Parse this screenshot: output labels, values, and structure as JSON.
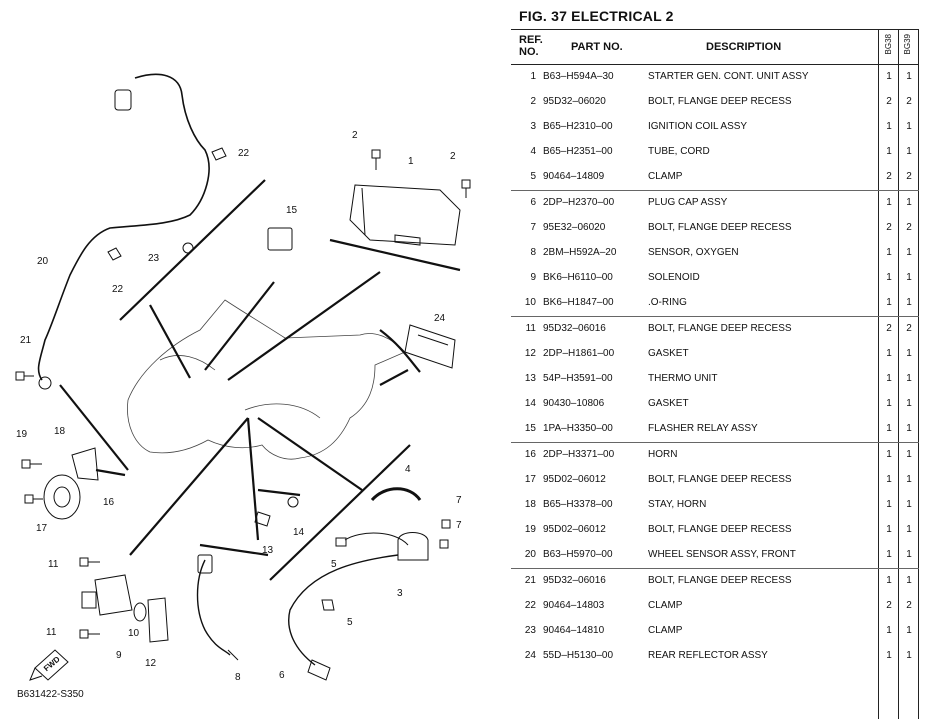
{
  "figure": {
    "title": "FIG.  37  ELECTRICAL 2",
    "code": "B631422-S350",
    "fwd": "FWD"
  },
  "table": {
    "headers": {
      "ref": "REF. NO.",
      "part_no": "PART NO.",
      "description": "DESCRIPTION",
      "model1": "BG38",
      "model2": "BG39"
    },
    "rows": [
      {
        "ref": "1",
        "part_no": "B63–H594A–30",
        "desc": "STARTER GEN. CONT. UNIT ASSY",
        "q1": "1",
        "q2": "1",
        "group_start": true
      },
      {
        "ref": "2",
        "part_no": "95D32–06020",
        "desc": "BOLT, FLANGE DEEP RECESS",
        "q1": "2",
        "q2": "2"
      },
      {
        "ref": "3",
        "part_no": "B65–H2310–00",
        "desc": "IGNITION COIL ASSY",
        "q1": "1",
        "q2": "1"
      },
      {
        "ref": "4",
        "part_no": "B65–H2351–00",
        "desc": "TUBE, CORD",
        "q1": "1",
        "q2": "1"
      },
      {
        "ref": "5",
        "part_no": "90464–14809",
        "desc": "CLAMP",
        "q1": "2",
        "q2": "2"
      },
      {
        "ref": "6",
        "part_no": "2DP–H2370–00",
        "desc": "PLUG CAP ASSY",
        "q1": "1",
        "q2": "1",
        "group_start": true
      },
      {
        "ref": "7",
        "part_no": "95E32–06020",
        "desc": "BOLT, FLANGE DEEP RECESS",
        "q1": "2",
        "q2": "2"
      },
      {
        "ref": "8",
        "part_no": "2BM–H592A–20",
        "desc": "SENSOR, OXYGEN",
        "q1": "1",
        "q2": "1"
      },
      {
        "ref": "9",
        "part_no": "BK6–H6110–00",
        "desc": "SOLENOID",
        "q1": "1",
        "q2": "1"
      },
      {
        "ref": "10",
        "part_no": "BK6–H1847–00",
        "desc": ".O-RING",
        "q1": "1",
        "q2": "1"
      },
      {
        "ref": "11",
        "part_no": "95D32–06016",
        "desc": "BOLT, FLANGE DEEP RECESS",
        "q1": "2",
        "q2": "2",
        "group_start": true
      },
      {
        "ref": "12",
        "part_no": "2DP–H1861–00",
        "desc": "GASKET",
        "q1": "1",
        "q2": "1"
      },
      {
        "ref": "13",
        "part_no": "54P–H3591–00",
        "desc": "THERMO UNIT",
        "q1": "1",
        "q2": "1"
      },
      {
        "ref": "14",
        "part_no": "90430–10806",
        "desc": "GASKET",
        "q1": "1",
        "q2": "1"
      },
      {
        "ref": "15",
        "part_no": "1PA–H3350–00",
        "desc": "FLASHER RELAY ASSY",
        "q1": "1",
        "q2": "1"
      },
      {
        "ref": "16",
        "part_no": "2DP–H3371–00",
        "desc": "HORN",
        "q1": "1",
        "q2": "1",
        "group_start": true
      },
      {
        "ref": "17",
        "part_no": "95D02–06012",
        "desc": "BOLT, FLANGE DEEP RECESS",
        "q1": "1",
        "q2": "1"
      },
      {
        "ref": "18",
        "part_no": "B65–H3378–00",
        "desc": "STAY, HORN",
        "q1": "1",
        "q2": "1"
      },
      {
        "ref": "19",
        "part_no": "95D02–06012",
        "desc": "BOLT, FLANGE DEEP RECESS",
        "q1": "1",
        "q2": "1"
      },
      {
        "ref": "20",
        "part_no": "B63–H5970–00",
        "desc": "WHEEL SENSOR ASSY, FRONT",
        "q1": "1",
        "q2": "1"
      },
      {
        "ref": "21",
        "part_no": "95D32–06016",
        "desc": "BOLT, FLANGE DEEP RECESS",
        "q1": "1",
        "q2": "1",
        "group_start": true
      },
      {
        "ref": "22",
        "part_no": "90464–14803",
        "desc": "CLAMP",
        "q1": "2",
        "q2": "2"
      },
      {
        "ref": "23",
        "part_no": "90464–14810",
        "desc": "CLAMP",
        "q1": "1",
        "q2": "1"
      },
      {
        "ref": "24",
        "part_no": "55D–H5130–00",
        "desc": "REAR REFLECTOR ASSY",
        "q1": "1",
        "q2": "1"
      }
    ]
  },
  "callouts": [
    "1",
    "2",
    "2",
    "3",
    "4",
    "5",
    "5",
    "6",
    "7",
    "7",
    "8",
    "9",
    "10",
    "11",
    "11",
    "12",
    "13",
    "14",
    "15",
    "16",
    "17",
    "18",
    "19",
    "20",
    "21",
    "22",
    "22",
    "23",
    "24"
  ]
}
